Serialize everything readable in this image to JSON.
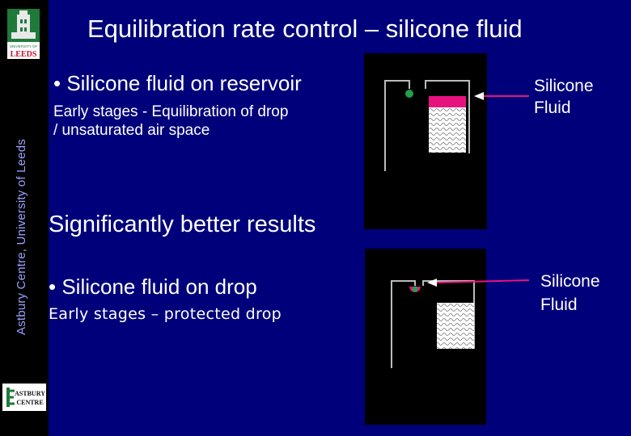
{
  "slide": {
    "title": "Equilibration rate control – silicone fluid",
    "side_text": "Astbury Centre, University of Leeds",
    "logos": {
      "top_label": "LEEDS",
      "top_small": "UNIVERSITY OF",
      "bottom_label_1": "ASTBURY",
      "bottom_label_2": "CENTRE"
    },
    "section1": {
      "bullet": "• Silicone fluid on reservoir",
      "detail": "Early stages - Equilibration of drop / unsaturated air space",
      "diagram_label_line1": "Silicone",
      "diagram_label_line2": "Fluid"
    },
    "result": "Significantly better results",
    "section2": {
      "bullet": "• Silicone fluid on drop",
      "detail": "Early stages – protected drop",
      "diagram_label_line1": "Silicone",
      "diagram_label_line2": "Fluid"
    },
    "colors": {
      "background": "#00007a",
      "sidebar": "#000000",
      "silicone": "#e8127f",
      "drop": "#22a04a"
    }
  }
}
